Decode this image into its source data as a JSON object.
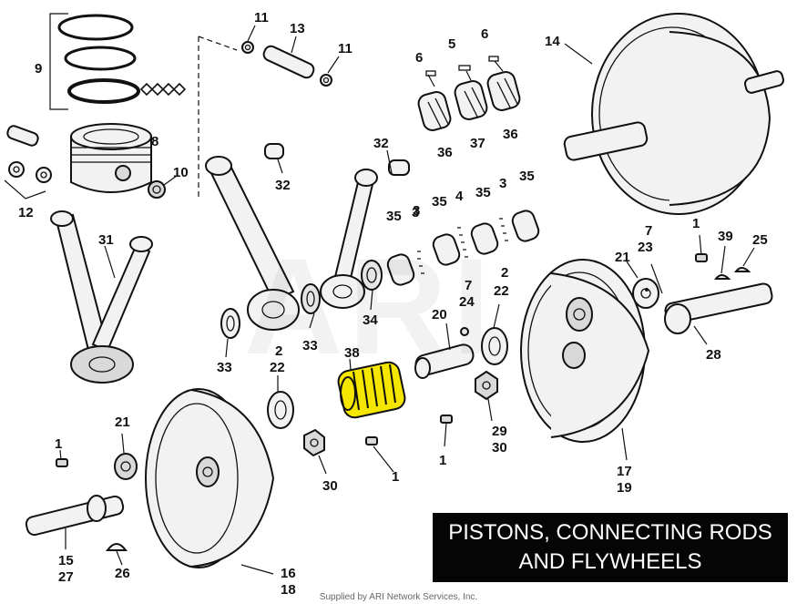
{
  "diagram": {
    "title_line1": "PISTONS, CONNECTING RODS",
    "title_line2": "AND FLYWHEELS",
    "watermark": "ARI",
    "footer": "Supplied by ARI Network Services, Inc.",
    "highlight_color": "#f5e600",
    "callouts": [
      "11",
      "13",
      "11",
      "9",
      "6",
      "5",
      "6",
      "14",
      "8",
      "36",
      "37",
      "36",
      "12",
      "10",
      "32",
      "32",
      "35",
      "4",
      "35",
      "3",
      "35",
      "3",
      "31",
      "7",
      "23",
      "1",
      "39",
      "25",
      "35",
      "3",
      "21",
      "7",
      "24",
      "2",
      "22",
      "34",
      "20",
      "28",
      "33",
      "33",
      "2",
      "22",
      "38",
      "21",
      "1",
      "29",
      "30",
      "30",
      "1",
      "1",
      "17",
      "19",
      "15",
      "27",
      "26",
      "16",
      "18"
    ]
  }
}
